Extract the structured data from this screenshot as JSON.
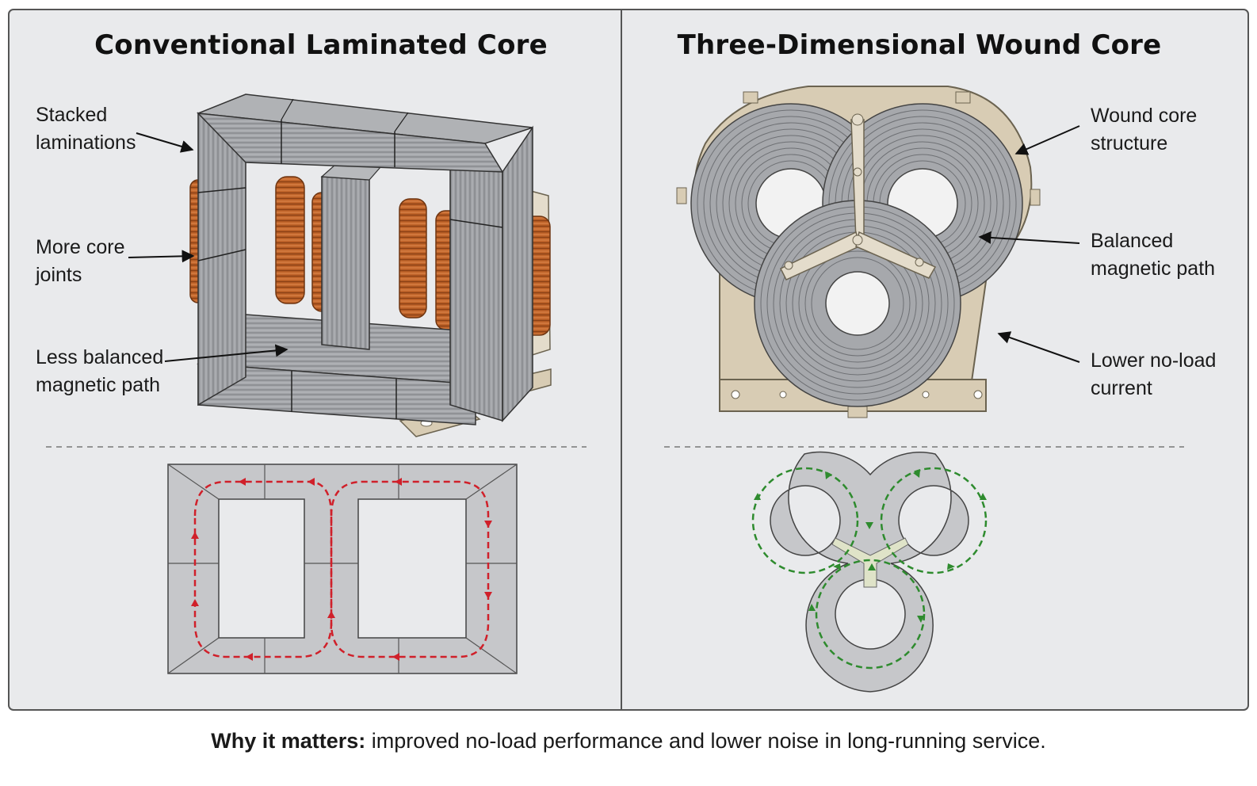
{
  "left_panel": {
    "title": "Conventional Laminated Core",
    "labels": {
      "stacked": "Stacked\nlaminations",
      "joints": "More core\njoints",
      "path": "Less balanced\nmagnetic path"
    }
  },
  "right_panel": {
    "title": "Three-Dimensional Wound Core",
    "labels": {
      "structure": "Wound core\nstructure",
      "balanced": "Balanced\nmagnetic path",
      "current": "Lower no-load\ncurrent"
    }
  },
  "caption": {
    "lead": "Why it matters:",
    "text": " improved no-load performance and lower noise in long-running service."
  },
  "colors": {
    "panel_bg": "#e9eaec",
    "steel": "#9a9ca0",
    "copper": "#c0642a",
    "frame_tan": "#d8ccb4",
    "flux_left": "#d0202a",
    "flux_right": "#2e8b2e"
  }
}
